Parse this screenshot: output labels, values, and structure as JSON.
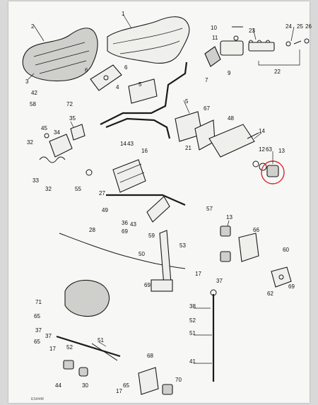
{
  "callouts": [
    {
      "id": "c1",
      "text": "1"
    },
    {
      "id": "c2",
      "text": "2"
    },
    {
      "id": "c3",
      "text": "3"
    },
    {
      "id": "c4",
      "text": "4"
    },
    {
      "id": "c5",
      "text": "5"
    },
    {
      "id": "c5b",
      "text": "5"
    },
    {
      "id": "c6",
      "text": "6"
    },
    {
      "id": "c6b",
      "text": "6"
    },
    {
      "id": "c7",
      "text": "7"
    },
    {
      "id": "c9",
      "text": "9"
    },
    {
      "id": "c10",
      "text": "10"
    },
    {
      "id": "c11",
      "text": "11"
    },
    {
      "id": "c12",
      "text": "12"
    },
    {
      "id": "c13",
      "text": "13"
    },
    {
      "id": "c13b",
      "text": "13"
    },
    {
      "id": "c14",
      "text": "14"
    },
    {
      "id": "c14b",
      "text": "14"
    },
    {
      "id": "c16",
      "text": "16"
    },
    {
      "id": "c17a",
      "text": "17"
    },
    {
      "id": "c17b",
      "text": "17"
    },
    {
      "id": "c17c",
      "text": "17"
    },
    {
      "id": "c21",
      "text": "21"
    },
    {
      "id": "c22",
      "text": "22"
    },
    {
      "id": "c23",
      "text": "23"
    },
    {
      "id": "c24",
      "text": "24"
    },
    {
      "id": "c25",
      "text": "25"
    },
    {
      "id": "c26",
      "text": "26"
    },
    {
      "id": "c27",
      "text": "27"
    },
    {
      "id": "c28",
      "text": "28"
    },
    {
      "id": "c30",
      "text": "30"
    },
    {
      "id": "c32",
      "text": "32"
    },
    {
      "id": "c32b",
      "text": "32"
    },
    {
      "id": "c33",
      "text": "33"
    },
    {
      "id": "c34",
      "text": "34"
    },
    {
      "id": "c35",
      "text": "35"
    },
    {
      "id": "c36",
      "text": "36"
    },
    {
      "id": "c37",
      "text": "37"
    },
    {
      "id": "c37b",
      "text": "37"
    },
    {
      "id": "c37c",
      "text": "37"
    },
    {
      "id": "c38",
      "text": "38"
    },
    {
      "id": "c41",
      "text": "41"
    },
    {
      "id": "c42",
      "text": "42"
    },
    {
      "id": "c43",
      "text": "43"
    },
    {
      "id": "c43b",
      "text": "43"
    },
    {
      "id": "c44",
      "text": "44"
    },
    {
      "id": "c45",
      "text": "45"
    },
    {
      "id": "c48",
      "text": "48"
    },
    {
      "id": "c49",
      "text": "49"
    },
    {
      "id": "c50",
      "text": "50"
    },
    {
      "id": "c51",
      "text": "51"
    },
    {
      "id": "c51b",
      "text": "51"
    },
    {
      "id": "c52",
      "text": "52"
    },
    {
      "id": "c52b",
      "text": "52"
    },
    {
      "id": "c53",
      "text": "53"
    },
    {
      "id": "c55",
      "text": "55"
    },
    {
      "id": "c57",
      "text": "57"
    },
    {
      "id": "c58",
      "text": "58"
    },
    {
      "id": "c59",
      "text": "59"
    },
    {
      "id": "c60",
      "text": "60"
    },
    {
      "id": "c62",
      "text": "62"
    },
    {
      "id": "c63",
      "text": "63"
    },
    {
      "id": "c65a",
      "text": "65"
    },
    {
      "id": "c65b",
      "text": "65"
    },
    {
      "id": "c65c",
      "text": "65"
    },
    {
      "id": "c66",
      "text": "66"
    },
    {
      "id": "c67",
      "text": "67"
    },
    {
      "id": "c68",
      "text": "68"
    },
    {
      "id": "c69a",
      "text": "69"
    },
    {
      "id": "c69b",
      "text": "69"
    },
    {
      "id": "c69c",
      "text": "69"
    },
    {
      "id": "c70",
      "text": "70"
    },
    {
      "id": "c71",
      "text": "71"
    },
    {
      "id": "c72",
      "text": "72"
    }
  ],
  "footer": {
    "code": "ES4448"
  },
  "colors": {
    "highlight": "#d62828",
    "background": "#d9d9d9",
    "paper": "#f7f7f5"
  }
}
